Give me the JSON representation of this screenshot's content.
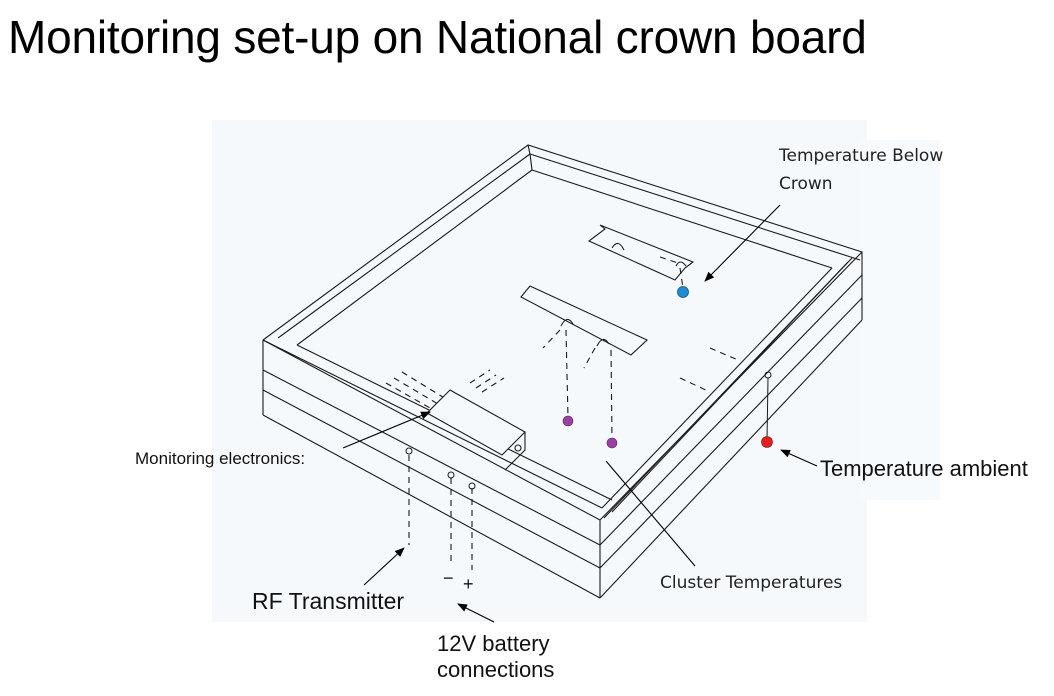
{
  "title": "Monitoring set-up on National crown board",
  "labels": {
    "temp_below_crown_line1": "Temperature Below",
    "temp_below_crown_line2": "Crown",
    "monitoring_electronics": "Monitoring electronics:",
    "temperature_ambient": "Temperature ambient",
    "cluster_temperatures": "Cluster Temperatures",
    "rf_transmitter": "RF Transmitter",
    "battery_line1": "12V battery",
    "battery_line2": "connections",
    "minus_sign": "−",
    "plus_sign": "+"
  },
  "sensor_colors": {
    "below_crown": "#1a8fd8",
    "cluster": "#9b3fa3",
    "ambient": "#e81c1c"
  }
}
